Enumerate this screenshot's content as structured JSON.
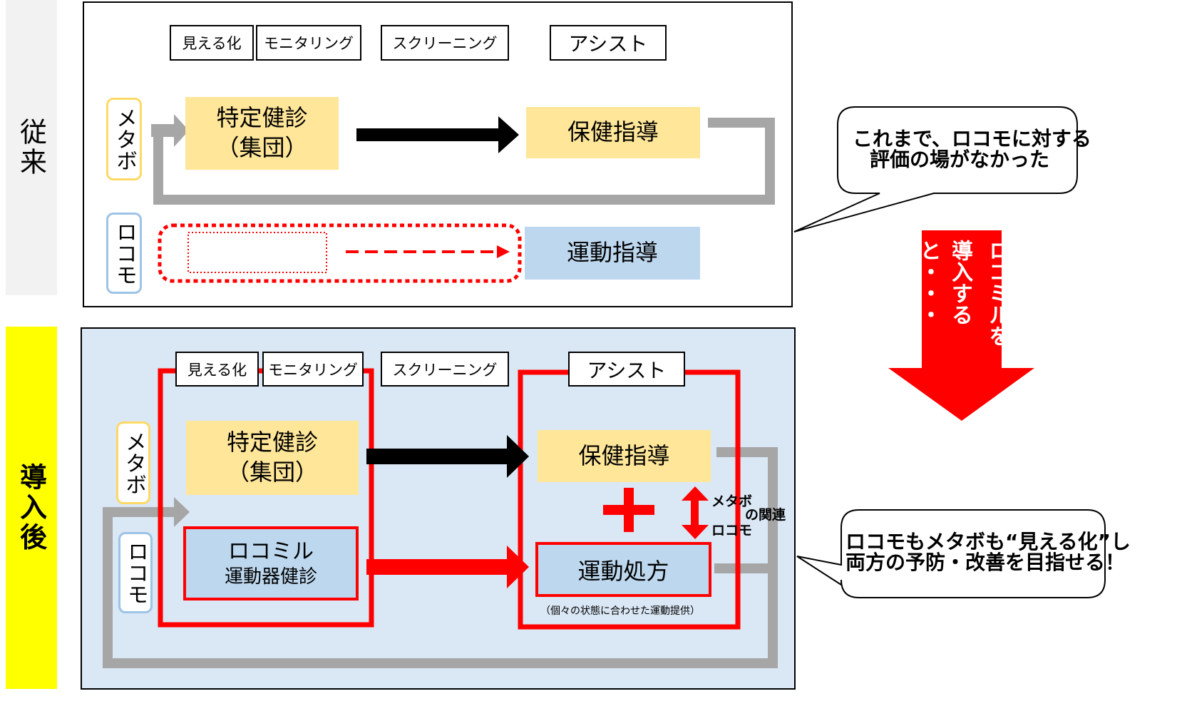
{
  "phases": {
    "before": "従来",
    "after": "導入後"
  },
  "labels": {
    "visualize": "見える化",
    "monitoring": "モニタリング",
    "screening": "スクリーニング",
    "assist": "アシスト"
  },
  "tags": {
    "metabo": "メタボ",
    "locomo": "ロコモ"
  },
  "before": {
    "checkup": [
      "特定健診",
      "（集団）"
    ],
    "health_guidance": "保健指導",
    "exercise_guidance": "運動指導"
  },
  "after": {
    "checkup": [
      "特定健診",
      "（集団）"
    ],
    "locomil": [
      "ロコミル",
      "運動器健診"
    ],
    "health_guidance": "保健指導",
    "exercise_prescription": "運動処方",
    "exercise_note": "（個々の状態に合わせた運動提供）",
    "relation_metabo": "メタボ",
    "relation_text": "の関連",
    "relation_locomo": "ロコモ"
  },
  "callouts": {
    "top": [
      "これまで、ロコモに対する",
      "評価の場がなかった"
    ],
    "bottom": [
      "ロコモもメタボも“見える化”し",
      "両方の予防・改善を目指せる！"
    ]
  },
  "big_arrow": [
    "ロコミルを",
    "導入すると・・・"
  ],
  "colors": {
    "red": "#ff0000",
    "yellow_fill": "#ffe699",
    "blue_fill": "#bdd7ee",
    "panel_blue": "#dae7f5",
    "gray_line": "#a6a6a6",
    "phase_gray": "#f2f2f2",
    "phase_yellow": "#ffff00",
    "tag_yellow_border": "#ffd966",
    "tag_blue_border": "#9dc3e6"
  }
}
